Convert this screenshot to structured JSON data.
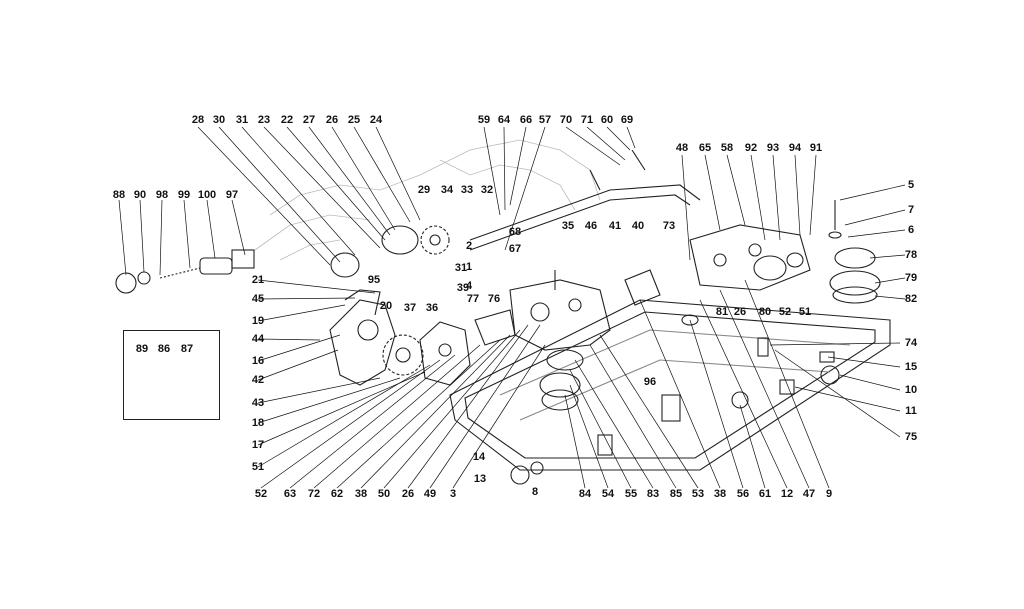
{
  "diagram": {
    "main_labels": [
      "28",
      "30",
      "31",
      "23",
      "22",
      "27",
      "26",
      "25",
      "24",
      "59",
      "64",
      "66",
      "57",
      "70",
      "71",
      "60",
      "69",
      "48",
      "65",
      "58",
      "92",
      "93",
      "94",
      "91",
      "5",
      "7",
      "6",
      "78",
      "79",
      "82",
      "88",
      "90",
      "98",
      "99",
      "100",
      "97",
      "29",
      "34",
      "33",
      "32",
      "68",
      "67",
      "35",
      "46",
      "41",
      "40",
      "73",
      "2",
      "1",
      "4",
      "31",
      "39",
      "77",
      "76",
      "21",
      "95",
      "45",
      "20",
      "19",
      "37",
      "36",
      "44",
      "16",
      "42",
      "43",
      "18",
      "17",
      "51",
      "52",
      "63",
      "72",
      "62",
      "38",
      "50",
      "26",
      "49",
      "3",
      "14",
      "13",
      "8",
      "84",
      "54",
      "55",
      "83",
      "85",
      "53",
      "38",
      "56",
      "61",
      "12",
      "47",
      "9",
      "96",
      "81",
      "26",
      "80",
      "52",
      "51",
      "74",
      "15",
      "10",
      "11",
      "75"
    ],
    "inset_labels": [
      "89",
      "86",
      "87"
    ]
  }
}
